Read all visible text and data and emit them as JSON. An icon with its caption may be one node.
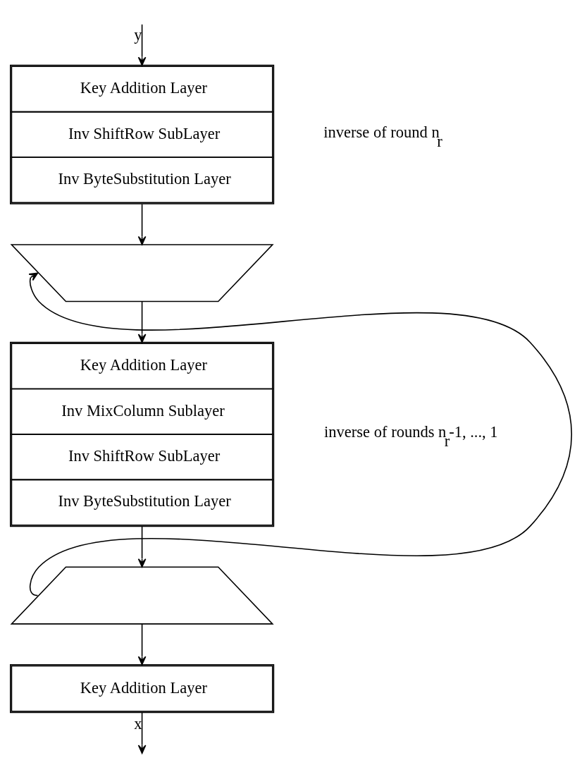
{
  "diagram": {
    "nodes": [
      {
        "text": [
          "Key Addition Layer",
          "Inv ShiftRow SubLayer",
          "Inv ByteSubstitution Layer"
        ],
        "beside": [
          "inverse of round n$_{r}$"
        ]
      },
      {
        "text": [],
        "shape": "trapezoid"
      },
      {
        "text": [
          "Key Addition Layer",
          "Inv MixColumn Sublayer",
          "Inv ShiftRow SubLayer",
          "Inv ByteSubstitution Layer"
        ],
        "beside": [
          "inverse of rounds n$_{r}$-1, ..., 1"
        ]
      },
      {
        "text": [],
        "shape": "trapezoid"
      },
      {
        "text": [
          "Key Addition Layer"
        ]
      }
    ],
    "edges": [
      {
        "from": null,
        "to": 0,
        "arrow": "to",
        "label": "y"
      },
      {
        "from": 0,
        "to": 1,
        "arrow": "to"
      },
      {
        "from": 1,
        "to": 2,
        "arrow": "to"
      },
      {
        "from": 2,
        "to": 3,
        "arrow": "to"
      },
      {
        "from": 3,
        "to": 1,
        "arrow": "to"
      },
      {
        "from": 3,
        "to": 4,
        "arrow": "to"
      },
      {
        "from": 4,
        "to": null,
        "arrow": "to",
        "label": "x"
      }
    ]
  }
}
